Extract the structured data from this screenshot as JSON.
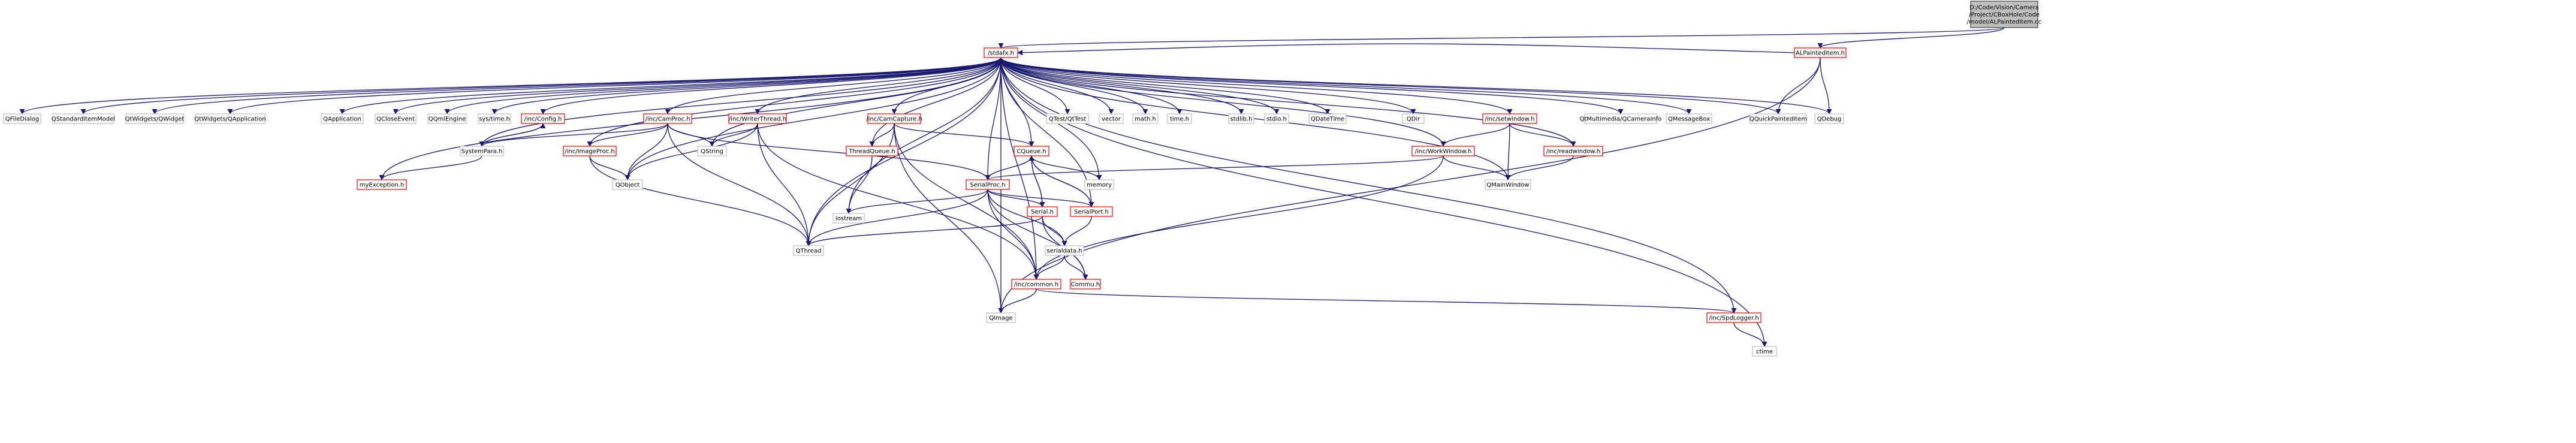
{
  "colors": {
    "edge": "#191970",
    "node_border_default": "#bfbfbf",
    "node_border_documented": "#ff0000",
    "node_border_root": "#404040",
    "node_fill": "#ffffff",
    "root_fill": "#bfbfbf"
  },
  "nodes": {
    "root": {
      "lines": [
        "D:/Code/Vision/Camera",
        "/Project/CBoxHole/Code",
        "/model/ALPaintedItem.cc"
      ]
    },
    "stdafx": {
      "lines": [
        "/stdafx.h"
      ]
    },
    "alpainted": {
      "lines": [
        "ALPaintedItem.h"
      ]
    },
    "qfiledialog": {
      "lines": [
        "QFileDialog"
      ]
    },
    "qstditem": {
      "lines": [
        "QStandardItemModel"
      ]
    },
    "qwidgets_w": {
      "lines": [
        "QtWidgets/QWidget"
      ]
    },
    "qwidgets_a": {
      "lines": [
        "QtWidgets/QApplication"
      ]
    },
    "qapplication": {
      "lines": [
        "QApplication"
      ]
    },
    "qcloseevent": {
      "lines": [
        "QCloseEvent"
      ]
    },
    "qqmlengine": {
      "lines": [
        "QQmlEngine"
      ]
    },
    "systime": {
      "lines": [
        "sys/time.h"
      ]
    },
    "config": {
      "lines": [
        "/inc/Config.h"
      ]
    },
    "campro": {
      "lines": [
        "/inc/CamProc.h"
      ]
    },
    "writerthread": {
      "lines": [
        "/inc/WriterThread.h"
      ]
    },
    "camcapture": {
      "lines": [
        "/inc/CamCapture.h"
      ]
    },
    "qtest": {
      "lines": [
        "QTest/QtTest"
      ]
    },
    "vector": {
      "lines": [
        "vector"
      ]
    },
    "math": {
      "lines": [
        "math.h"
      ]
    },
    "time": {
      "lines": [
        "time.h"
      ]
    },
    "stdlib": {
      "lines": [
        "stdlib.h"
      ]
    },
    "stdio": {
      "lines": [
        "stdio.h"
      ]
    },
    "qdatetime": {
      "lines": [
        "QDateTime"
      ]
    },
    "qdir": {
      "lines": [
        "QDir"
      ]
    },
    "setwindow": {
      "lines": [
        "/inc/setwindow.h"
      ]
    },
    "qcamerainfo": {
      "lines": [
        "QtMultimedia/QCameraInfo"
      ]
    },
    "qmessagebox": {
      "lines": [
        "QMessageBox"
      ]
    },
    "qquickpainted": {
      "lines": [
        "QQuickPaintedItem"
      ]
    },
    "qdebug": {
      "lines": [
        "QDebug"
      ]
    },
    "systempara": {
      "lines": [
        "SystemPara.h"
      ]
    },
    "imageproc": {
      "lines": [
        "/inc/ImageProc.h"
      ]
    },
    "qstring": {
      "lines": [
        "QString"
      ]
    },
    "threadqueue": {
      "lines": [
        "ThreadQueue.h"
      ]
    },
    "cqueue": {
      "lines": [
        "CQueue.h"
      ]
    },
    "workwindow": {
      "lines": [
        "/inc/WorkWindow.h"
      ]
    },
    "readwindow": {
      "lines": [
        "/inc/readwindow.h"
      ]
    },
    "myexception": {
      "lines": [
        "myException.h"
      ]
    },
    "qobject": {
      "lines": [
        "QObject"
      ]
    },
    "memory": {
      "lines": [
        "memory"
      ]
    },
    "qmainwindow": {
      "lines": [
        "QMainWindow"
      ]
    },
    "serialproc": {
      "lines": [
        "SerialProc.h"
      ]
    },
    "serial": {
      "lines": [
        "Serial.h"
      ]
    },
    "serialport": {
      "lines": [
        "SerialPort.h"
      ]
    },
    "iostream": {
      "lines": [
        "iostream"
      ]
    },
    "qthread": {
      "lines": [
        "QThread"
      ]
    },
    "serialdata": {
      "lines": [
        "serialdata.h"
      ]
    },
    "common": {
      "lines": [
        "/inc/common.h"
      ]
    },
    "commu": {
      "lines": [
        "Commu.h"
      ]
    },
    "qimage": {
      "lines": [
        "QImage"
      ]
    },
    "spdlogger": {
      "lines": [
        "/inc/SpdLogger.h"
      ]
    },
    "ctime": {
      "lines": [
        "ctime"
      ]
    }
  },
  "edges": [
    [
      "root",
      "stdafx"
    ],
    [
      "root",
      "alpainted"
    ],
    [
      "alpainted",
      "stdafx"
    ],
    [
      "alpainted",
      "qquickpainted"
    ],
    [
      "alpainted",
      "qdebug"
    ],
    [
      "alpainted",
      "qimage"
    ],
    [
      "stdafx",
      "qfiledialog"
    ],
    [
      "stdafx",
      "qstditem"
    ],
    [
      "stdafx",
      "qwidgets_w"
    ],
    [
      "stdafx",
      "qwidgets_a"
    ],
    [
      "stdafx",
      "qapplication"
    ],
    [
      "stdafx",
      "qcloseevent"
    ],
    [
      "stdafx",
      "qqmlengine"
    ],
    [
      "stdafx",
      "systime"
    ],
    [
      "stdafx",
      "config"
    ],
    [
      "stdafx",
      "systempara"
    ],
    [
      "stdafx",
      "myexception"
    ],
    [
      "stdafx",
      "campro"
    ],
    [
      "stdafx",
      "imageproc"
    ],
    [
      "stdafx",
      "qobject"
    ],
    [
      "stdafx",
      "qstring"
    ],
    [
      "stdafx",
      "writerthread"
    ],
    [
      "stdafx",
      "qthread"
    ],
    [
      "stdafx",
      "iostream"
    ],
    [
      "stdafx",
      "camcapture"
    ],
    [
      "stdafx",
      "threadqueue"
    ],
    [
      "stdafx",
      "cqueue"
    ],
    [
      "stdafx",
      "serialproc"
    ],
    [
      "stdafx",
      "qtest"
    ],
    [
      "stdafx",
      "vector"
    ],
    [
      "stdafx",
      "memory"
    ],
    [
      "stdafx",
      "math"
    ],
    [
      "stdafx",
      "time"
    ],
    [
      "stdafx",
      "stdlib"
    ],
    [
      "stdafx",
      "stdio"
    ],
    [
      "stdafx",
      "qdatetime"
    ],
    [
      "stdafx",
      "qdir"
    ],
    [
      "stdafx",
      "setwindow"
    ],
    [
      "stdafx",
      "workwindow"
    ],
    [
      "stdafx",
      "readwindow"
    ],
    [
      "stdafx",
      "qmainwindow"
    ],
    [
      "stdafx",
      "qcamerainfo"
    ],
    [
      "stdafx",
      "qmessagebox"
    ],
    [
      "stdafx",
      "qquickpainted"
    ],
    [
      "stdafx",
      "qdebug"
    ],
    [
      "stdafx",
      "spdlogger"
    ],
    [
      "stdafx",
      "ctime"
    ],
    [
      "stdafx",
      "serialport"
    ],
    [
      "stdafx",
      "common"
    ],
    [
      "stdafx",
      "qimage"
    ],
    [
      "config",
      "systempara"
    ],
    [
      "systempara",
      "config"
    ],
    [
      "systempara",
      "myexception"
    ],
    [
      "campro",
      "systempara"
    ],
    [
      "campro",
      "imageproc"
    ],
    [
      "campro",
      "qobject"
    ],
    [
      "campro",
      "qstring"
    ],
    [
      "campro",
      "qthread"
    ],
    [
      "campro",
      "serialproc"
    ],
    [
      "imageproc",
      "qobject"
    ],
    [
      "imageproc",
      "qthread"
    ],
    [
      "writerthread",
      "qstring"
    ],
    [
      "writerthread",
      "qobject"
    ],
    [
      "writerthread",
      "qthread"
    ],
    [
      "writerthread",
      "common"
    ],
    [
      "camcapture",
      "threadqueue"
    ],
    [
      "camcapture",
      "cqueue"
    ],
    [
      "camcapture",
      "qthread"
    ],
    [
      "camcapture",
      "common"
    ],
    [
      "camcapture",
      "qimage"
    ],
    [
      "threadqueue",
      "iostream"
    ],
    [
      "cqueue",
      "memory"
    ],
    [
      "cqueue",
      "serialproc"
    ],
    [
      "cqueue",
      "serial"
    ],
    [
      "cqueue",
      "serialport"
    ],
    [
      "serialproc",
      "iostream"
    ],
    [
      "serialproc",
      "qthread"
    ],
    [
      "serialproc",
      "serial"
    ],
    [
      "serialproc",
      "serialport"
    ],
    [
      "serialproc",
      "serialdata"
    ],
    [
      "serialproc",
      "common"
    ],
    [
      "serialproc",
      "commu"
    ],
    [
      "serial",
      "cqueue"
    ],
    [
      "serial",
      "serialdata"
    ],
    [
      "serial",
      "commu"
    ],
    [
      "serial",
      "qthread"
    ],
    [
      "serialport",
      "cqueue"
    ],
    [
      "serialport",
      "serialdata"
    ],
    [
      "serialdata",
      "common"
    ],
    [
      "serialdata",
      "commu"
    ],
    [
      "common",
      "qimage"
    ],
    [
      "common",
      "spdlogger"
    ],
    [
      "spdlogger",
      "ctime"
    ],
    [
      "setwindow",
      "workwindow"
    ],
    [
      "setwindow",
      "qmainwindow"
    ],
    [
      "setwindow",
      "readwindow"
    ],
    [
      "workwindow",
      "serialproc"
    ],
    [
      "workwindow",
      "qmainwindow"
    ],
    [
      "workwindow",
      "common"
    ],
    [
      "readwindow",
      "qmainwindow"
    ]
  ]
}
